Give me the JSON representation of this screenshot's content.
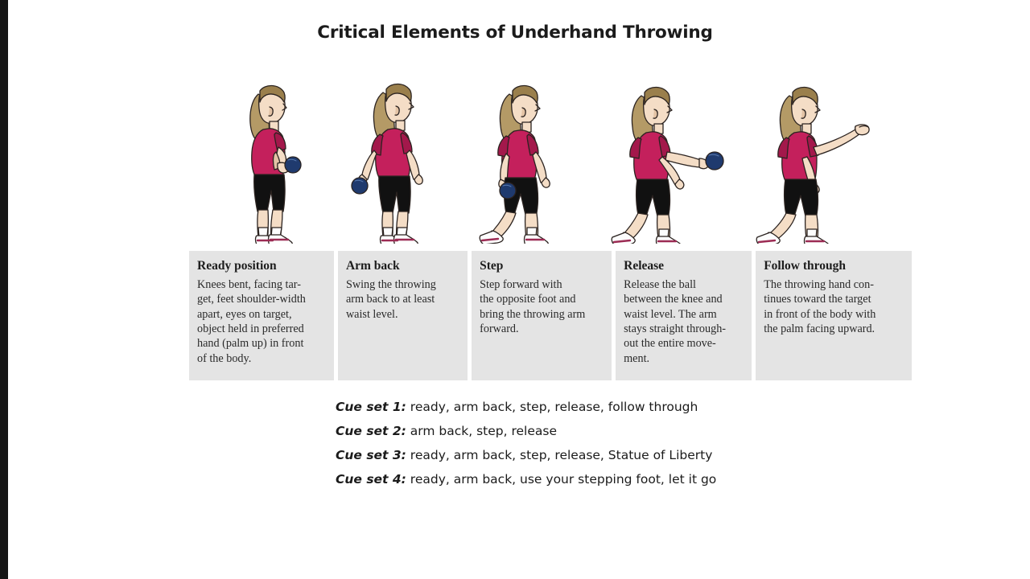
{
  "page": {
    "title": "Critical Elements of Underhand Throwing",
    "background_color": "#ffffff",
    "edge_bar_color": "#161616",
    "panel_background": "#e4e4e4"
  },
  "figures": [
    {
      "name": "ready-position-figure",
      "caption_key": "Ready position",
      "description": "Girl standing side-on, knees slightly bent, holding a ball with both hands at waist in front of body",
      "has_ball": true
    },
    {
      "name": "arm-back-figure",
      "caption_key": "Arm back",
      "description": "Girl with throwing arm swung back behind the body holding the ball at waist level",
      "has_ball": true
    },
    {
      "name": "step-figure",
      "caption_key": "Step",
      "description": "Girl stepping forward with opposite foot, throwing arm still back with ball near hip",
      "has_ball": true
    },
    {
      "name": "release-figure",
      "caption_key": "Release",
      "description": "Girl in stride with straight throwing arm extended forward releasing the ball between knee and waist level",
      "has_ball": true
    },
    {
      "name": "follow-through-figure",
      "caption_key": "Follow through",
      "description": "Girl in stride with throwing arm continued high toward the target, palm facing upward, ball released",
      "has_ball": false
    }
  ],
  "colors": {
    "shirt": "#c4205c",
    "shirt_shade": "#a3184b",
    "shorts": "#111111",
    "skin": "#f4ddc6",
    "skin_shade": "#e3c3a5",
    "hair": "#b49a66",
    "hair_shade": "#9a7f4c",
    "ball": "#1f3a6e",
    "shoe_white": "#fdfdfd",
    "shoe_trim": "#9c2c54",
    "outline": "#2b2320"
  },
  "panels": [
    {
      "title": "Ready position",
      "body": "Knees bent, facing tar-\nget, feet shoulder-width\napart, eyes on target,\nobject held in preferred\nhand (palm up) in front\nof the body."
    },
    {
      "title": "Arm back",
      "body": "Swing the throwing\narm back to at least\nwaist level."
    },
    {
      "title": "Step",
      "body": "Step forward with\nthe opposite foot and\nbring the throwing arm\nforward."
    },
    {
      "title": "Release",
      "body": "Release the ball\nbetween the knee and\nwaist level. The arm\nstays straight through-\nout the entire move-\nment."
    },
    {
      "title": "Follow through",
      "body": "The throwing hand con-\ntinues toward the target\nin front of the body with\nthe palm facing upward."
    }
  ],
  "cue_sets": [
    {
      "label": "Cue set 1:",
      "text": " ready, arm back, step, release, follow through"
    },
    {
      "label": "Cue set 2:",
      "text": " arm back, step, release"
    },
    {
      "label": "Cue set 3:",
      "text": " ready, arm back, step, release, Statue of Liberty"
    },
    {
      "label": "Cue set 4:",
      "text": " ready, arm back, use your stepping foot, let it go"
    }
  ]
}
